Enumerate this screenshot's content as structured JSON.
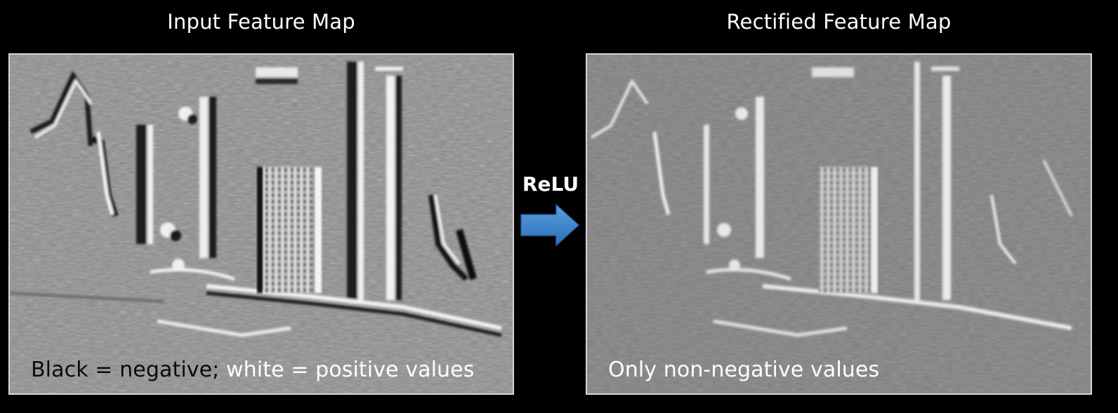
{
  "left_panel": {
    "title": "Input Feature Map",
    "caption_black": "Black = negative;",
    "caption_white": " white = positive values"
  },
  "right_panel": {
    "title": "Rectified Feature Map",
    "caption": "Only non-negative values"
  },
  "operation": {
    "label": "ReLU",
    "icon": "right-arrow-icon",
    "arrow_color": "#3d82c9"
  },
  "colors": {
    "background": "#000000",
    "input_map_gray": "#8e8e8e",
    "rectified_map_gray": "#7d7d7d"
  }
}
